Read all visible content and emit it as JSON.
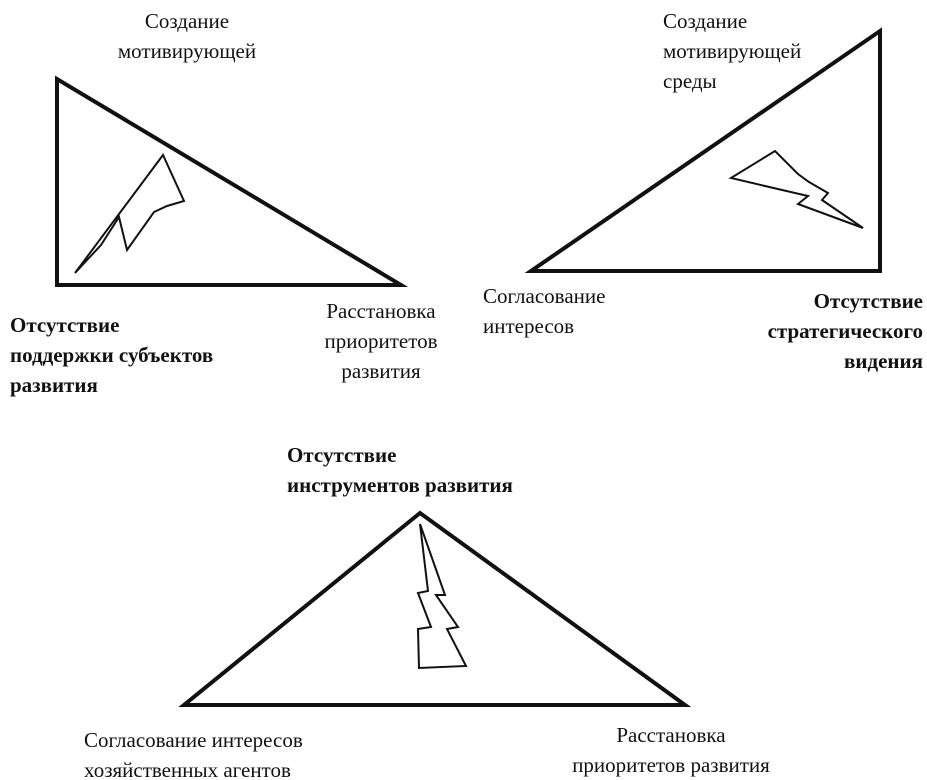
{
  "diagram1": {
    "top_label": [
      "Создание",
      "мотивирующей"
    ],
    "bottom_left_label": [
      "Отсутствие",
      "поддержки субъектов",
      "развития"
    ],
    "bottom_right_label": [
      "Расстановка",
      "приоритетов",
      "развития"
    ]
  },
  "diagram2": {
    "top_label": [
      "Создание",
      "мотивирующей",
      "среды"
    ],
    "bottom_left_label": [
      "Согласование",
      "интересов"
    ],
    "bottom_right_label": [
      "Отсутствие",
      "стратегического",
      "видения"
    ]
  },
  "diagram3": {
    "top_label": [
      "Отсутствие",
      "инструментов развития"
    ],
    "bottom_left_label": [
      "Согласование интересов",
      "хозяйственных агентов"
    ],
    "bottom_right_label": [
      "Расстановка",
      "приоритетов развития"
    ]
  },
  "colors": {
    "stroke": "#111111",
    "background": "#ffffff"
  }
}
